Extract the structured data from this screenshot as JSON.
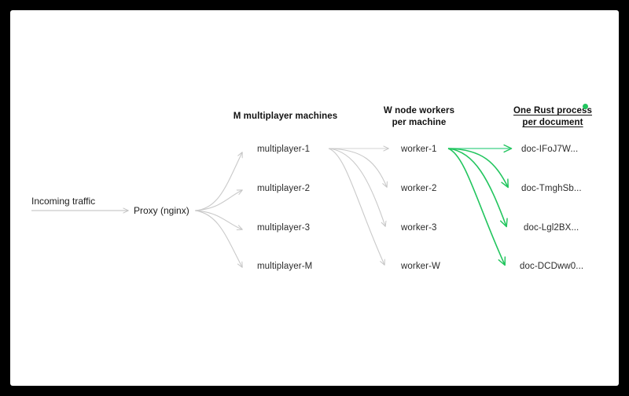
{
  "canvas": {
    "background": "#ffffff",
    "frame_background": "#000000"
  },
  "colors": {
    "accent_green": "#22c55e",
    "edge_gray": "#c9c9c9",
    "text_dark": "#1d1d1d",
    "header_dark": "#111111"
  },
  "entry": {
    "label": "Incoming traffic",
    "target_label": "Proxy (nginx)"
  },
  "columns": [
    {
      "id": "multiplayer",
      "header_lines": [
        "M multiplayer machines"
      ],
      "underlined": false,
      "nodes": [
        "multiplayer-1",
        "multiplayer-2",
        "multiplayer-3",
        "multiplayer-M"
      ]
    },
    {
      "id": "workers",
      "header_lines": [
        "W node workers",
        "per machine"
      ],
      "underlined": false,
      "nodes": [
        "worker-1",
        "worker-2",
        "worker-3",
        "worker-W"
      ]
    },
    {
      "id": "documents",
      "header_lines": [
        "One Rust process",
        "per document"
      ],
      "underlined": true,
      "nodes": [
        "doc-IFoJ7W...",
        "doc-TmghSb...",
        "doc-Lgl2BX...",
        "doc-DCDww0..."
      ]
    }
  ]
}
